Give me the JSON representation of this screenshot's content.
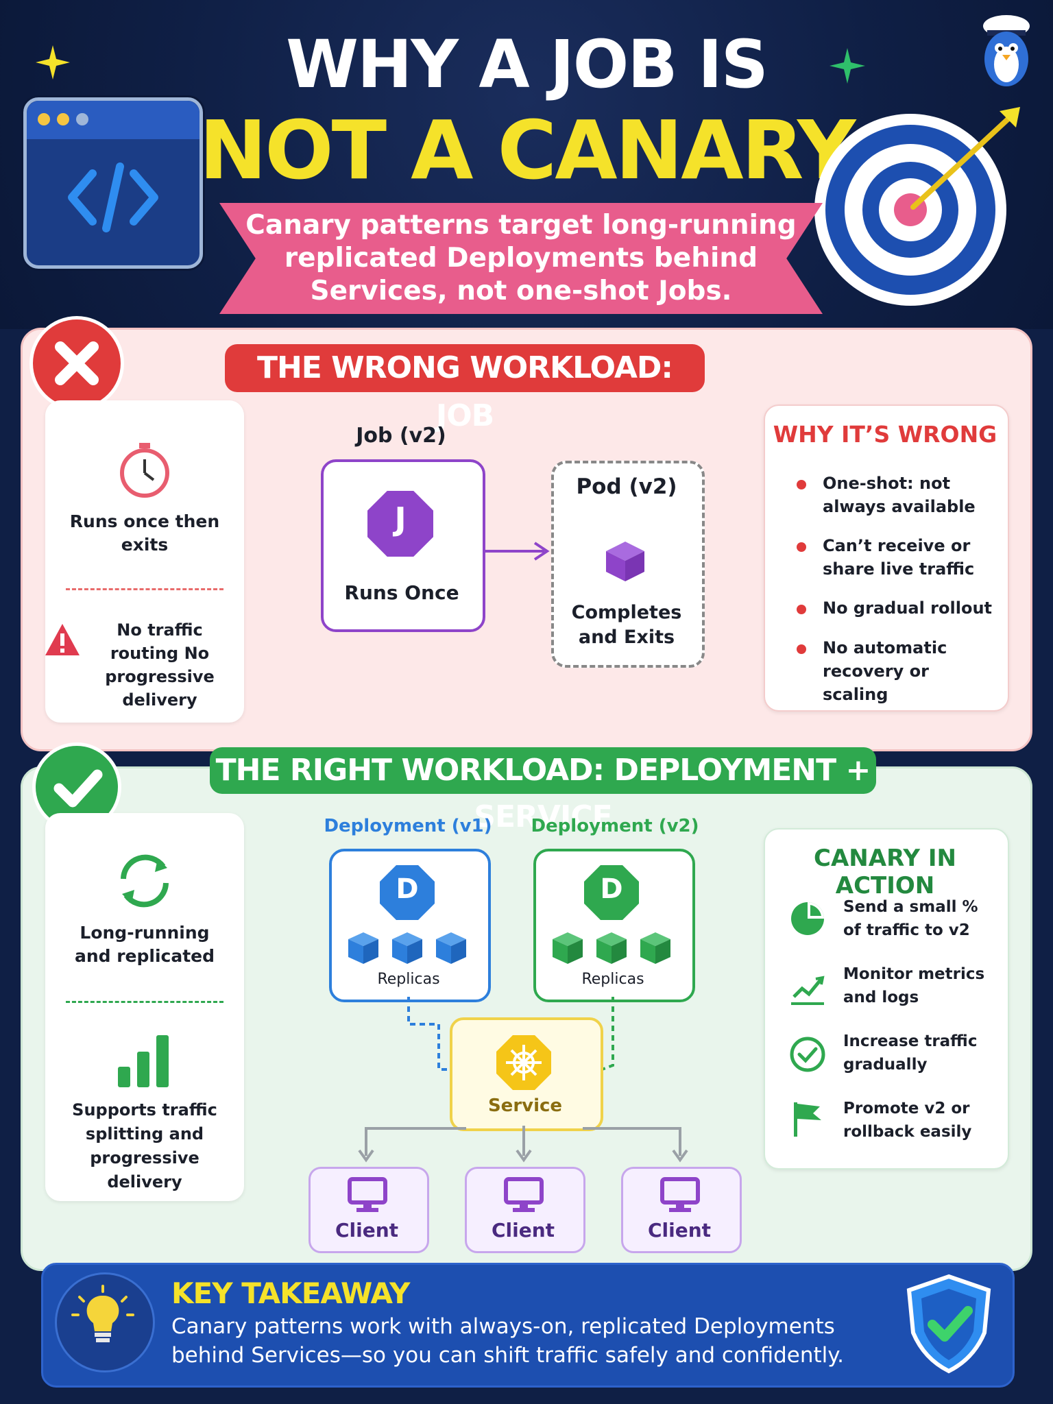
{
  "header": {
    "title_line1": "WHY A JOB IS",
    "title_line2": "NOT A CANARY",
    "banner": "Canary patterns target long-running replicated Deployments behind Services, not one-shot Jobs."
  },
  "wrong": {
    "title": "THE WRONG WORKLOAD: JOB",
    "left_top": "Runs once then exits",
    "left_bottom": "No traffic routing No progressive delivery",
    "job_label": "Job (v2)",
    "job_letter": "J",
    "job_caption": "Runs Once",
    "pod_label": "Pod (v2)",
    "pod_caption": "Completes and Exits",
    "why_title": "WHY IT’S WRONG",
    "why_items": [
      "One-shot: not always available",
      "Can’t receive or share live traffic",
      "No gradual rollout",
      "No automatic recovery or scaling"
    ]
  },
  "right": {
    "title": "THE RIGHT WORKLOAD: DEPLOYMENT + SERVICE",
    "left_top": "Long-running and replicated",
    "left_bottom": "Supports traffic splitting and progressive delivery",
    "dep1_label": "Deployment (v1)",
    "dep2_label": "Deployment (v2)",
    "dep_letter": "D",
    "replicas": "Replicas",
    "service": "Service",
    "clients": [
      "Client",
      "Client",
      "Client"
    ],
    "canary_title": "CANARY IN ACTION",
    "canary_items": [
      {
        "icon": "pie-chart-icon",
        "text": "Send a small % of traffic to v2"
      },
      {
        "icon": "metrics-chart-icon",
        "text": "Monitor metrics and logs"
      },
      {
        "icon": "check-circle-icon",
        "text": "Increase traffic gradually"
      },
      {
        "icon": "flag-icon",
        "text": "Promote v2 or rollback easily"
      }
    ]
  },
  "takeaway": {
    "title": "KEY TAKEAWAY",
    "text": "Canary patterns work with always-on, replicated Deployments behind Services—so you can shift traffic safely and confidently."
  },
  "colors": {
    "navy": "#0f1f45",
    "yellow": "#f5e22a",
    "pink": "#e85d8c",
    "red": "#e03b3b",
    "green": "#2fa84f",
    "blue": "#2d7fdc",
    "purple": "#8e44c9"
  }
}
